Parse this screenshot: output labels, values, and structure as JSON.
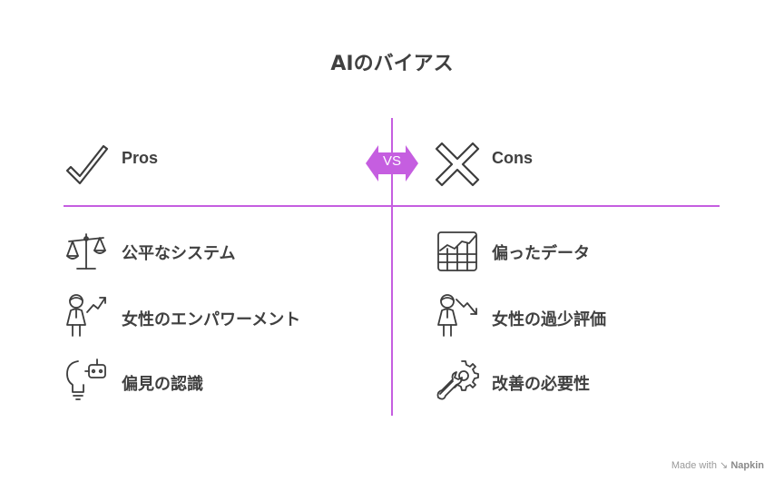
{
  "title": "AIのバイアス",
  "vs_label": "VS",
  "colors": {
    "accent": "#c55ee0",
    "icon": "#3d3d3d",
    "text": "#404040"
  },
  "pros": {
    "header": "Pros",
    "header_icon": "checkmark-icon",
    "items": [
      {
        "label": "公平なシステム",
        "icon": "balance-scale-icon"
      },
      {
        "label": "女性のエンパワーメント",
        "icon": "woman-growth-icon"
      },
      {
        "label": "偏見の認識",
        "icon": "lightbulb-robot-icon"
      }
    ]
  },
  "cons": {
    "header": "Cons",
    "header_icon": "x-mark-icon",
    "items": [
      {
        "label": "偏ったデータ",
        "icon": "data-chart-icon"
      },
      {
        "label": "女性の過少評価",
        "icon": "woman-decline-icon"
      },
      {
        "label": "改善の必要性",
        "icon": "wrench-gear-icon"
      }
    ]
  },
  "credit": {
    "prefix": "Made with",
    "brand": "Napkin"
  }
}
